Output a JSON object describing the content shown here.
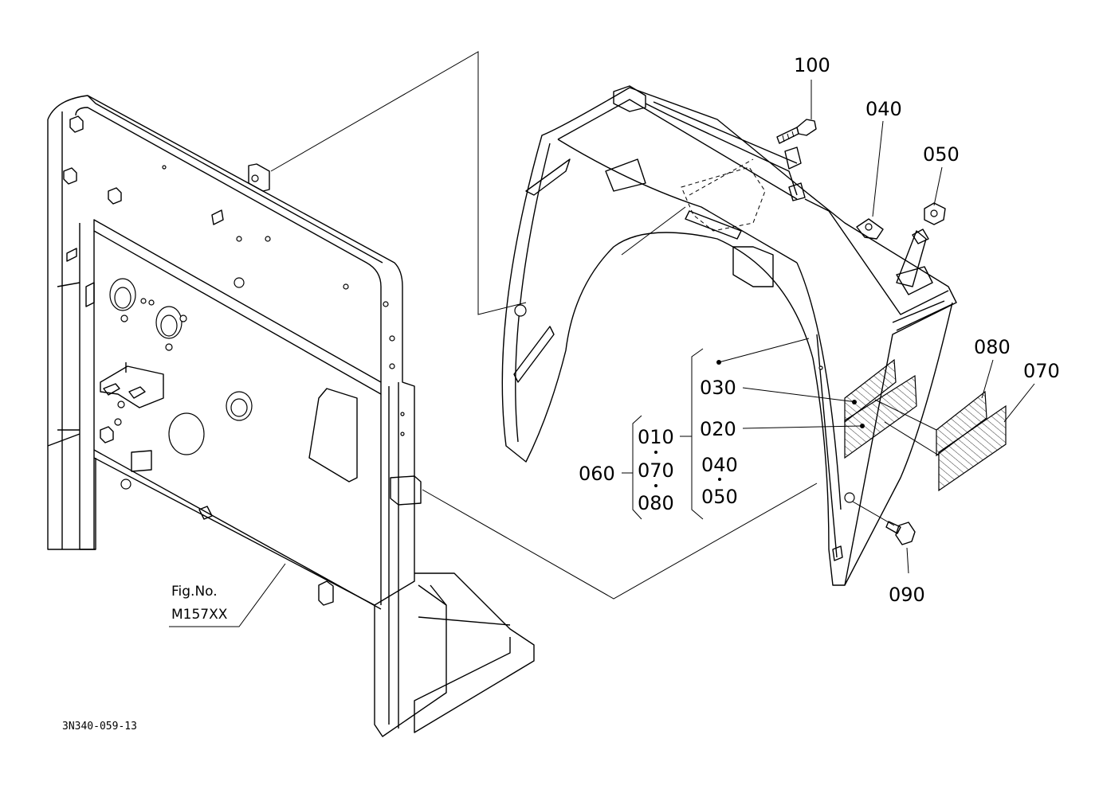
{
  "figure_ref": {
    "line1": "Fig.No.",
    "line2": "M157XX"
  },
  "drawing_code": "3N340-059-13",
  "callouts": {
    "c100": "100",
    "c040_top": "040",
    "c050_top": "050",
    "c080_right": "080",
    "c070_right": "070",
    "c030": "030",
    "c020": "020",
    "c040_set": "040",
    "c050_set": "050",
    "c010": "010",
    "c070_set": "070",
    "c080_set": "080",
    "c060": "060",
    "c090": "090"
  }
}
